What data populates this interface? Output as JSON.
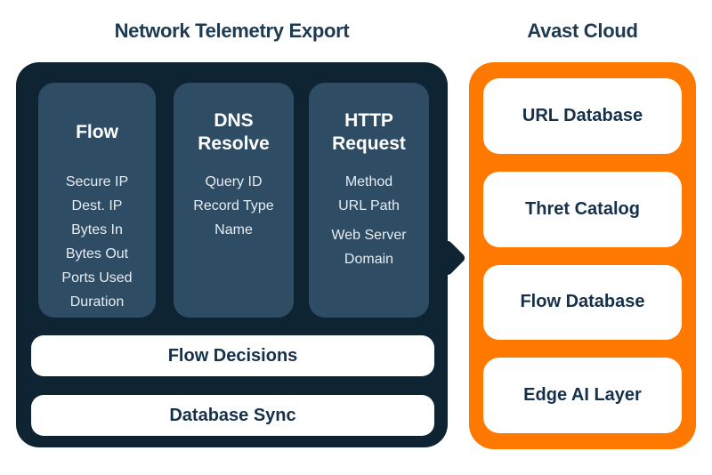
{
  "titles": {
    "left": "Network Telemetry Export",
    "right": "Avast Cloud"
  },
  "colors": {
    "panel_dark_navy": "#0f2433",
    "card_slate_blue": "#2e4c64",
    "cloud_orange": "#ff7800",
    "label_navy": "#15304a",
    "title_navy": "#1c3a52",
    "card_item_text": "#e7edf3",
    "background": "#ffffff"
  },
  "telemetry_panel": {
    "cards": [
      {
        "header": "Flow",
        "items": [
          "Secure IP",
          "Dest. IP",
          "Bytes In",
          "Bytes Out",
          "Ports Used",
          "Duration"
        ]
      },
      {
        "header": "DNS Resolve",
        "items": [
          "Query ID",
          "Record Type",
          "Name"
        ]
      },
      {
        "header": "HTTP Request",
        "items": [
          "Method",
          "URL Path",
          "Web Server Domain"
        ]
      }
    ],
    "bars": [
      "Flow Decisions",
      "Database Sync"
    ]
  },
  "cloud_panel": {
    "boxes": [
      "URL Database",
      "Thret Catalog",
      "Flow Database",
      "Edge AI Layer"
    ]
  }
}
